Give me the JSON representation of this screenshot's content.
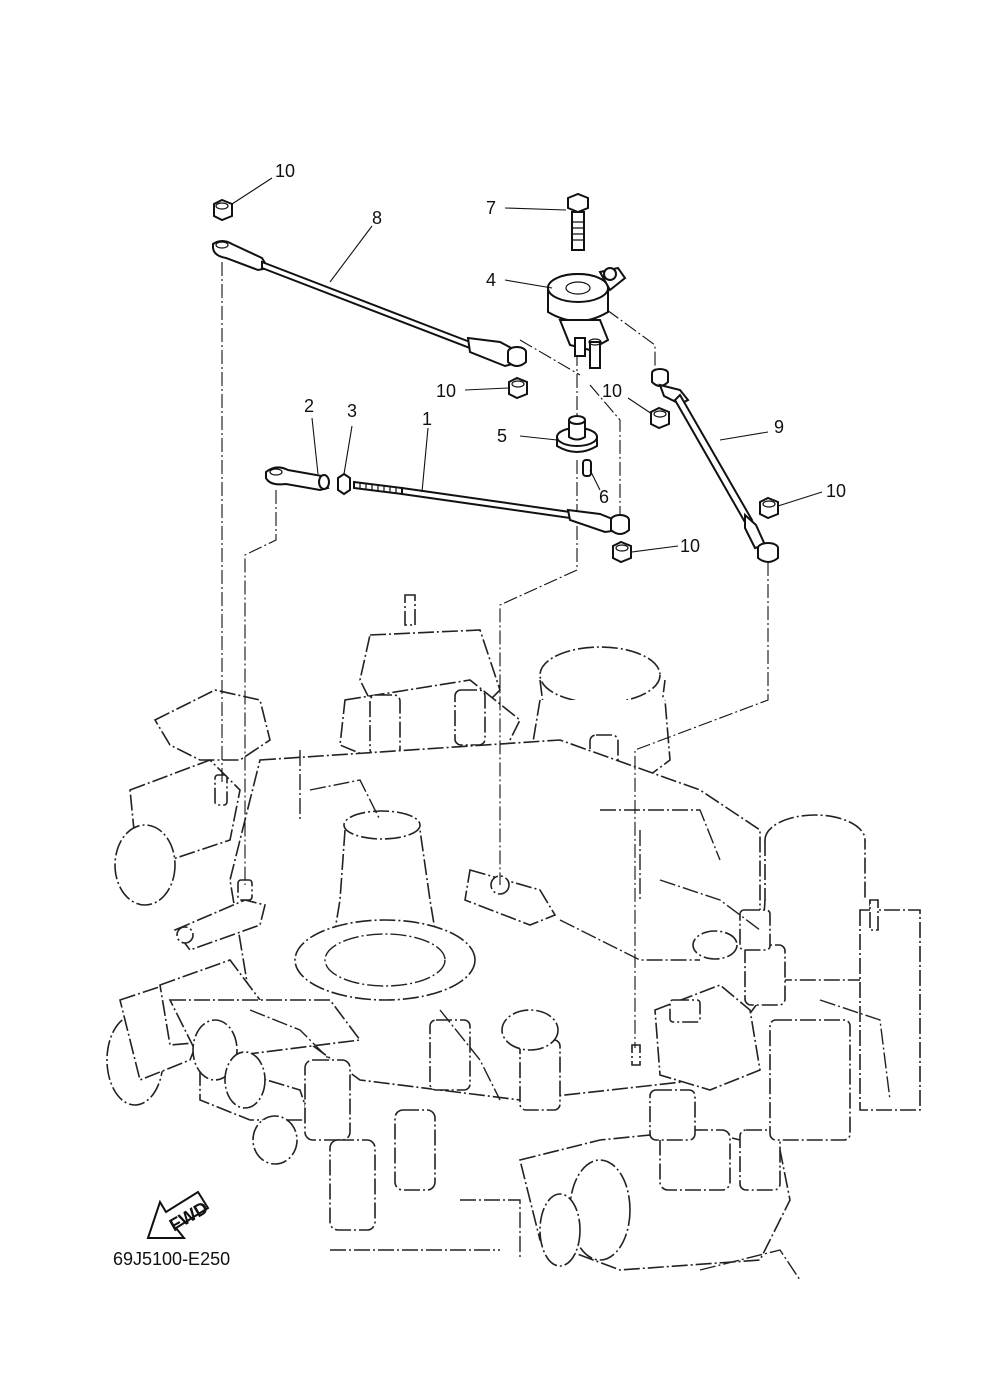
{
  "diagram": {
    "code": "69J5100-E250",
    "fwd_label": "FWD",
    "callouts": {
      "c10a": "10",
      "c8": "8",
      "c7": "7",
      "c4": "4",
      "c10b": "10",
      "c10c": "10",
      "c9": "9",
      "c2": "2",
      "c3": "3",
      "c1": "1",
      "c5": "5",
      "c6": "6",
      "c10d": "10",
      "c10e": "10"
    }
  }
}
